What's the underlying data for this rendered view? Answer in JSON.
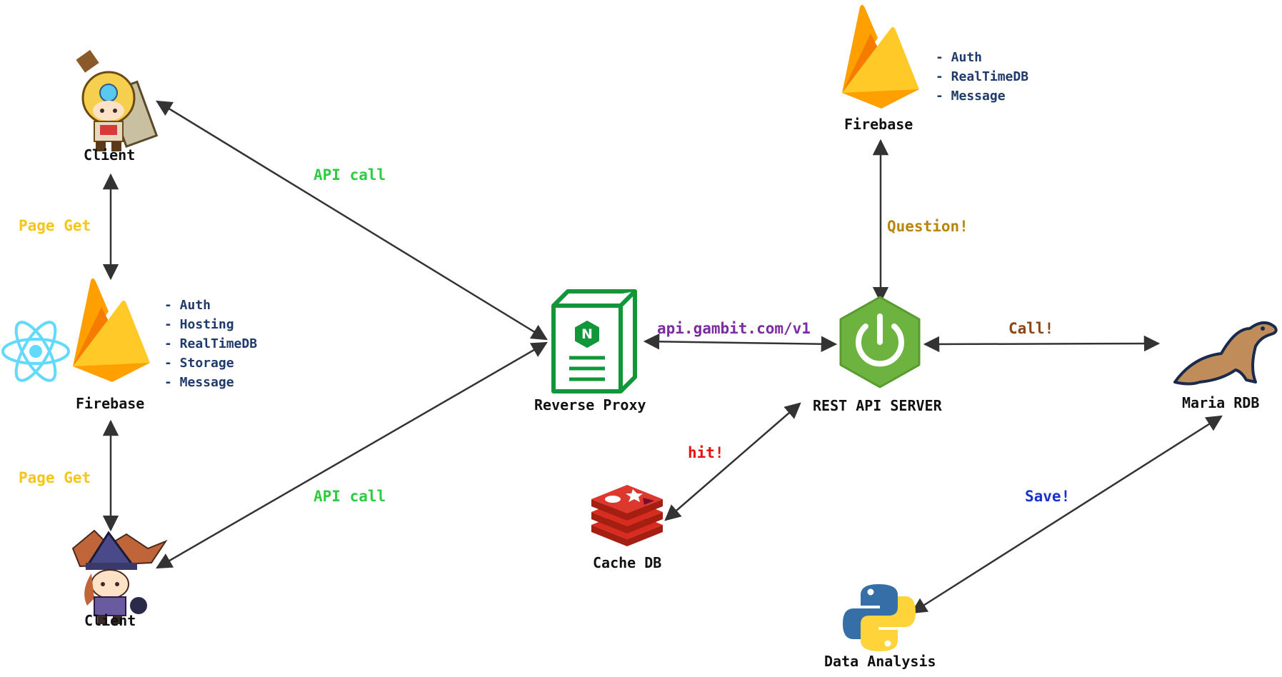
{
  "nodes": {
    "client_top": "Client",
    "firebase_left": "Firebase",
    "client_bottom": "Client",
    "reverse_proxy": "Reverse Proxy",
    "rest_api_server": "REST API SERVER",
    "firebase_right": "Firebase",
    "maria_rdb": "Maria RDB",
    "cache_db": "Cache DB",
    "data_analysis": "Data Analysis"
  },
  "firebase_left_features": [
    "Auth",
    "Hosting",
    "RealTimeDB",
    "Storage",
    "Message"
  ],
  "firebase_right_features": [
    "Auth",
    "RealTimeDB",
    "Message"
  ],
  "edges": {
    "page_get_top": "Page Get",
    "page_get_bottom": "Page Get",
    "api_call_top": "API call",
    "api_call_bottom": "API call",
    "proxy_server": "api.gambit.com/v1",
    "question": "Question!",
    "call": "Call!",
    "hit": "hit!",
    "save": "Save!"
  },
  "colors": {
    "page_get": "#f5c518",
    "api_call": "#2ecc40",
    "proxy_url": "#7a2ca0",
    "question": "#b8860b",
    "call": "#8b4513",
    "hit": "#e81010",
    "save": "#1a33c8",
    "arrow": "#333333",
    "nginx": "#119639",
    "spring": "#6db33f",
    "redis": "#d82c20",
    "firebase_yellow": "#ffca28",
    "firebase_orange": "#f57c00",
    "react": "#61dafb"
  },
  "icons": {
    "client_top": "knight-girl-sprite-icon",
    "client_bottom": "witch-girl-sprite-icon",
    "react": "react-icon",
    "firebase": "firebase-flame-icon",
    "nginx": "nginx-server-icon",
    "spring": "spring-power-icon",
    "mariadb": "sea-lion-icon",
    "redis": "redis-stack-icon",
    "python": "python-icon"
  }
}
